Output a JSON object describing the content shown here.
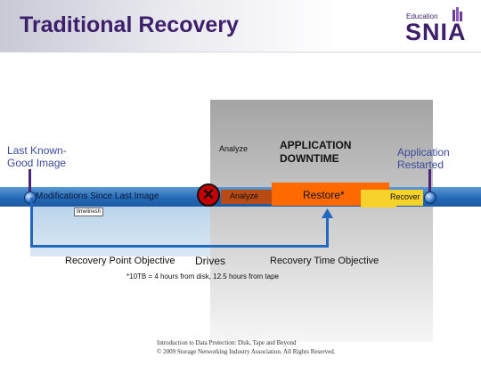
{
  "slide": {
    "title": "Traditional Recovery",
    "logo": {
      "education": "Education",
      "snia": "SNIA"
    },
    "labels": {
      "last_known": [
        "Last Known-",
        "Good Image"
      ],
      "app_restarted": [
        "Application",
        "Restarted"
      ],
      "analyze_top": "Analyze",
      "downtime": [
        "APPLICATION",
        "DOWNTIME"
      ],
      "modifications": "Modifications Since Last Image",
      "analyze_bar": "Analyze",
      "restore": "Restore*",
      "recover": "Recover",
      "tooltip": "timelinesh",
      "x_mark": "✕",
      "rpo": "Recovery Point Objective",
      "drives": "Drives",
      "rto": "Recovery Time Objective",
      "footnote": "*10TB = 4 hours from disk, 12.5 hours from tape"
    },
    "footer": [
      "Introduction to Data Protection: Disk, Tape and Beyond",
      "© 2009 Storage Networking Industry Association. All Rights Reserved."
    ]
  },
  "colors": {
    "title": "#3e1f6b",
    "timeline": "#2367b5",
    "restore": "#ff6a00",
    "analyze": "#b84a16",
    "recover": "#f7d22a",
    "stop": "#c40000"
  },
  "icons": [
    "snia-logo-icon",
    "stop-x-icon",
    "arrow-up-icon"
  ]
}
